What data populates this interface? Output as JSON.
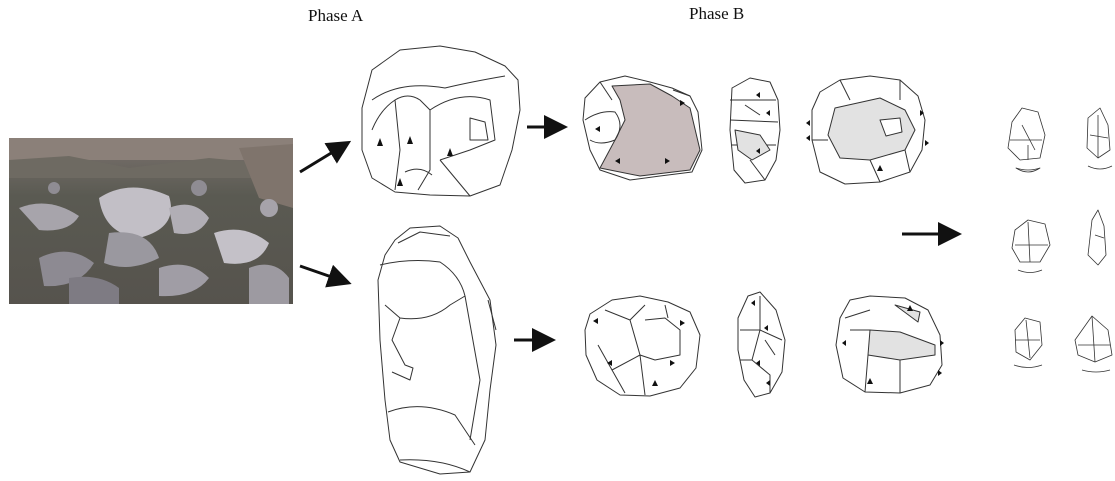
{
  "labels": {
    "phase_a": "Phase A",
    "phase_b": "Phase B"
  },
  "colors": {
    "stroke": "#333333",
    "shade_dark": "#c8bcbc",
    "shade_light": "#e2e2e2",
    "photo_sky": "#6f6a66",
    "photo_ground": "#4b4f47",
    "photo_rock": "#b9b6bd"
  },
  "icons": [
    "arrow-icon",
    "excavation-photo",
    "lithic-core-drawing",
    "retouch-arrowhead-icon"
  ]
}
